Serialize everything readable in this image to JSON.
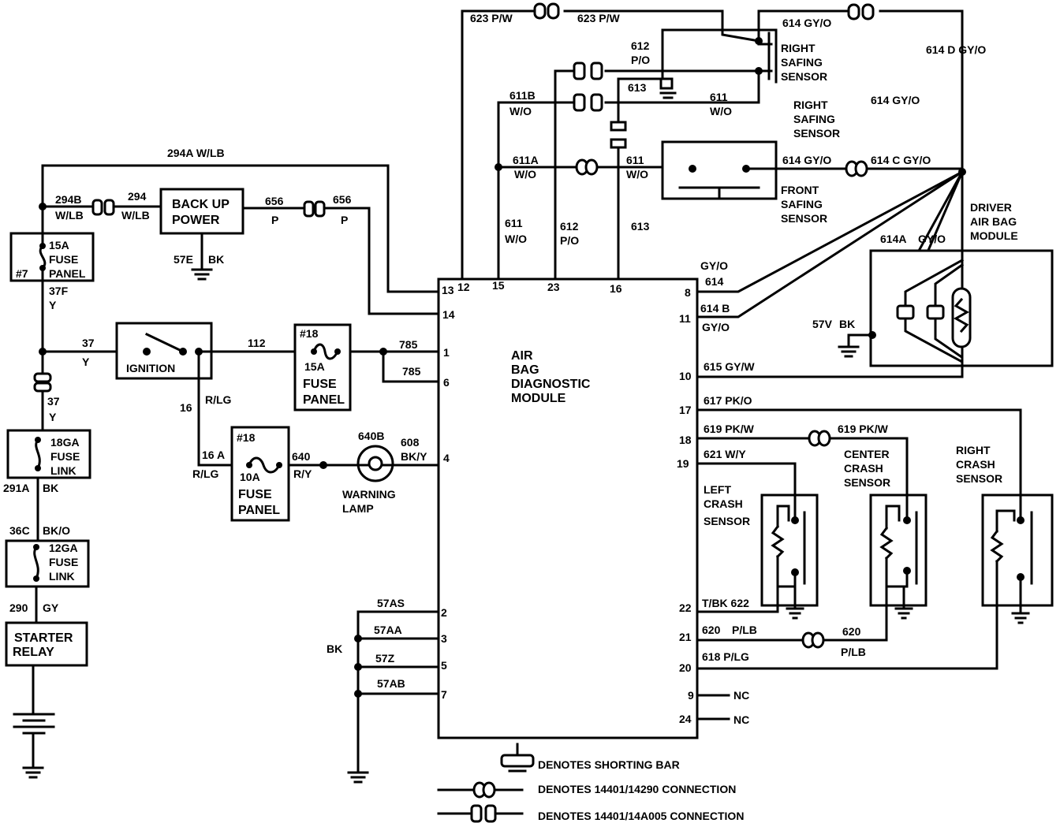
{
  "components": {
    "back_up_power": [
      "BACK UP",
      "POWER"
    ],
    "fuse_15a_7": [
      "15A",
      "FUSE",
      "PANEL",
      "#7"
    ],
    "fuse_15a_18": [
      "#18",
      "15A",
      "FUSE",
      "PANEL"
    ],
    "fuse_10a_18": [
      "#18",
      "10A",
      "FUSE",
      "PANEL"
    ],
    "fuse_link_18ga": [
      "18GA",
      "FUSE",
      "LINK"
    ],
    "fuse_link_12ga": [
      "12GA",
      "FUSE",
      "LINK"
    ],
    "ignition": "IGNITION",
    "starter_relay": [
      "STARTER",
      "RELAY"
    ],
    "warning_lamp": [
      "WARNING",
      "LAMP"
    ],
    "module": [
      "AIR",
      "BAG",
      "DIAGNOSTIC",
      "MODULE"
    ],
    "right_safing_sensor_a": [
      "RIGHT",
      "SAFING",
      "SENSOR"
    ],
    "right_safing_sensor_b": [
      "RIGHT",
      "SAFING",
      "SENSOR"
    ],
    "front_safing_sensor": [
      "FRONT",
      "SAFING",
      "SENSOR"
    ],
    "driver_air_bag": [
      "DRIVER",
      "AIR BAG",
      "MODULE"
    ],
    "left_crash_sensor": [
      "LEFT",
      "CRASH",
      "SENSOR"
    ],
    "center_crash_sensor": [
      "CENTER",
      "CRASH",
      "SENSOR"
    ],
    "right_crash_sensor": [
      "RIGHT",
      "CRASH",
      "SENSOR"
    ]
  },
  "wire_labels": {
    "w623a": "623 P/W",
    "w623b": "623 P/W",
    "w614top": "614 GY/O",
    "w614d": "614 D GY/O",
    "w614mid": "614 GY/O",
    "w612a": "612",
    "w612b": "P/O",
    "w613a": "613",
    "w611a": "611",
    "w611b": "W/O",
    "w611B1": "611B",
    "w611B2": "W/O",
    "w611A1": "611A",
    "w611A2": "W/O",
    "w611c1": "611",
    "w611c2": "W/O",
    "w614gy": "614 GY/O",
    "w614c": "614 C GY/O",
    "w294a": "294A W/LB",
    "w294b1": "294B",
    "w294b2": "W/LB",
    "w294c1": "294",
    "w294c2": "W/LB",
    "w656a1": "656",
    "w656a2": "P",
    "w656b1": "656",
    "w656b2": "P",
    "w57e": "57E",
    "w57ebk": "BK",
    "w37f": "37F",
    "w37fy": "Y",
    "w37a": "37",
    "w37ay": "Y",
    "w112": "112",
    "w785a": "785",
    "w785b": "785",
    "w37b": "37",
    "w37by": "Y",
    "w16": "16",
    "w16rlg": "R/LG",
    "w16a": "16 A",
    "w16arlg": "R/LG",
    "w640": "640",
    "w640ry": "R/Y",
    "w640b": "640B",
    "w608": "608",
    "w608bky": "BK/Y",
    "w291a": "291A",
    "w291abk": "BK",
    "w36c": "36C",
    "w36cbko": "BK/O",
    "w290": "290",
    "w290gy": "GY",
    "w611v1": "611",
    "w611v2": "W/O",
    "w612v1": "612",
    "w612v2": "P/O",
    "w613v": "613",
    "wgyo": "GY/O",
    "w614": "614",
    "w614b": "614 B",
    "w614bgy": "GY/O",
    "w614a": "614A",
    "w614agy": "GY/O",
    "w57v": "57V",
    "w57vbk": "BK",
    "w615": "615 GY/W",
    "w617": "617 PK/O",
    "w619a": "619 PK/W",
    "w619b": "619 PK/W",
    "w621": "621 W/Y",
    "w622": "T/BK 622",
    "w620a": "620",
    "w620apl": "P/LB",
    "w620b": "620",
    "w620bpl": "P/LB",
    "w618": "618 P/LG",
    "w57as": "57AS",
    "w57aa": "57AA",
    "w57z": "57Z",
    "w57ab": "57AB",
    "wbk": "BK",
    "nc1": "NC",
    "nc2": "NC"
  },
  "module_pins": {
    "p13": "13",
    "p12": "12",
    "p15": "15",
    "p23": "23",
    "p16": "16",
    "p14": "14",
    "p1": "1",
    "p6": "6",
    "p4": "4",
    "p2": "2",
    "p3": "3",
    "p5": "5",
    "p7": "7",
    "p8": "8",
    "p11": "11",
    "p10": "10",
    "p17": "17",
    "p18": "18",
    "p19": "19",
    "p22": "22",
    "p21": "21",
    "p20": "20",
    "p9": "9",
    "p24": "24"
  },
  "legend": {
    "shorting_bar": "DENOTES SHORTING BAR",
    "conn1": "DENOTES 14401/14290 CONNECTION",
    "conn2": "DENOTES 14401/14A005 CONNECTION"
  }
}
